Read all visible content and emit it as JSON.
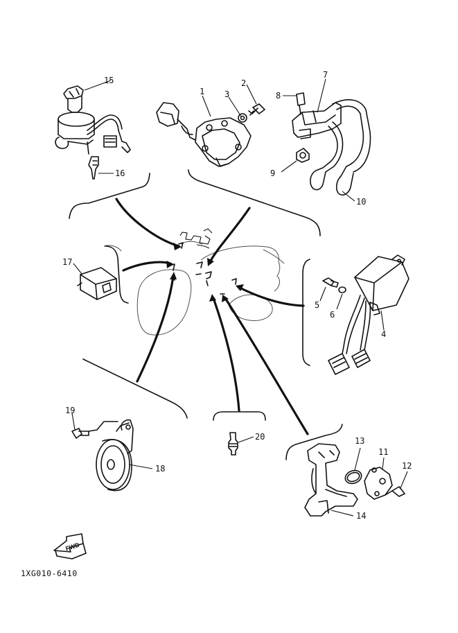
{
  "diagram": {
    "drawing_code": "1XG010-6410",
    "fwd_label": "FWD",
    "callouts": {
      "c1": "1",
      "c2": "2",
      "c3": "3",
      "c4": "4",
      "c5": "5",
      "c6": "6",
      "c7": "7",
      "c8": "8",
      "c9": "9",
      "c10": "10",
      "c11": "11",
      "c12": "12",
      "c13": "13",
      "c14": "14",
      "c15": "15",
      "c16": "16",
      "c17": "17",
      "c18": "18",
      "c19": "19",
      "c20": "20"
    }
  }
}
